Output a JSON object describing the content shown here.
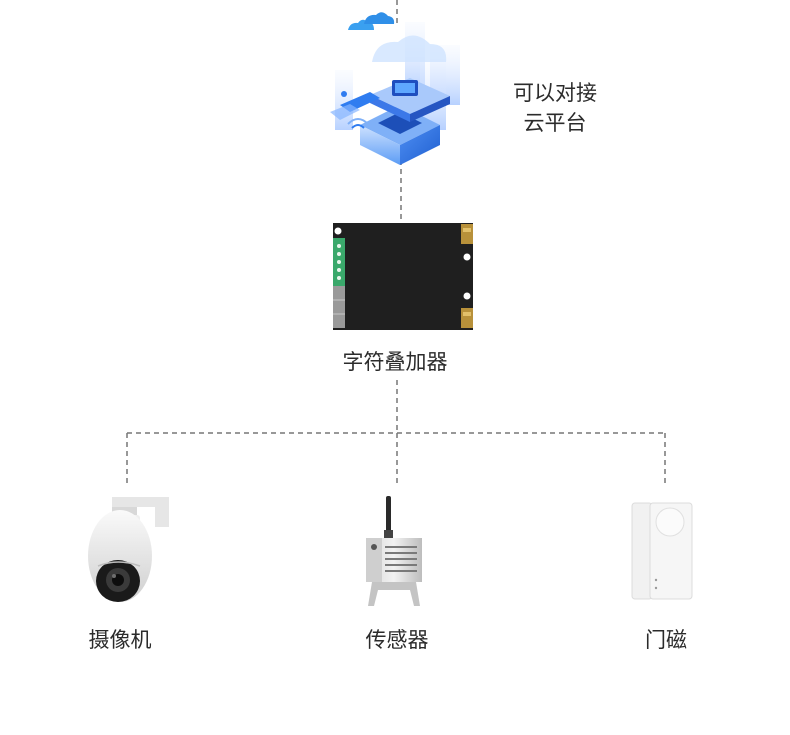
{
  "nodes": {
    "cloud": {
      "label_line1": "可以对接",
      "label_line2": "云平台",
      "icon": "cloud-platform-icon"
    },
    "overlay": {
      "label": "字符叠加器",
      "icon": "gateway-device-icon"
    },
    "camera": {
      "label": "摄像机",
      "icon": "ptz-camera-icon"
    },
    "sensor": {
      "label": "传感器",
      "icon": "sensor-device-icon"
    },
    "door": {
      "label": "门磁",
      "icon": "door-magnet-icon"
    }
  },
  "colors": {
    "connector": "#777777",
    "device_body": "#1f1f1f",
    "terminal_green": "#3aa86b",
    "cloud_blue": "#2f7cf0",
    "text": "#2b2b2b"
  }
}
